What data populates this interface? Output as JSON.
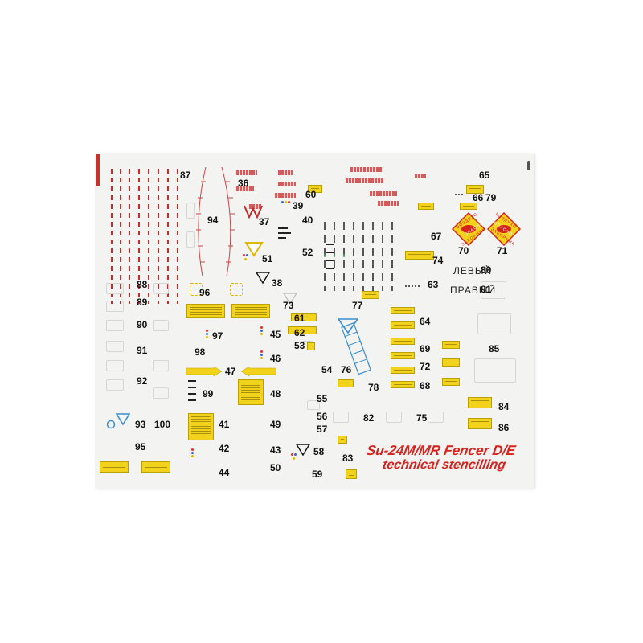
{
  "title_line1": "Su-24M/MR Fencer D/E",
  "title_line2": "technical stencilling",
  "label_left": "ЛЕВЫЙ",
  "label_right": "ПРАВЫЙ",
  "diamond_top": "ВОЗДУХО",
  "diamond_mid": "ОПАСНО",
  "diamond_bottom": "ЗАБОРНИК",
  "colors": {
    "red": "#d8221e",
    "yellow": "#f2d21a",
    "black": "#111111",
    "blue": "#3a8fd0"
  },
  "numbers": [
    "36",
    "37",
    "38",
    "39",
    "40",
    "41",
    "42",
    "43",
    "44",
    "45",
    "46",
    "47",
    "48",
    "49",
    "50",
    "51",
    "52",
    "53",
    "54",
    "55",
    "56",
    "57",
    "58",
    "59",
    "60",
    "61",
    "62",
    "63",
    "64",
    "65",
    "66",
    "67",
    "68",
    "69",
    "70",
    "71",
    "72",
    "73",
    "74",
    "75",
    "76",
    "77",
    "78",
    "79",
    "80",
    "81",
    "82",
    "83",
    "84",
    "85",
    "86",
    "87",
    "88",
    "89",
    "90",
    "91",
    "92",
    "93",
    "94",
    "95",
    "96",
    "97",
    "98",
    "99",
    "100"
  ]
}
